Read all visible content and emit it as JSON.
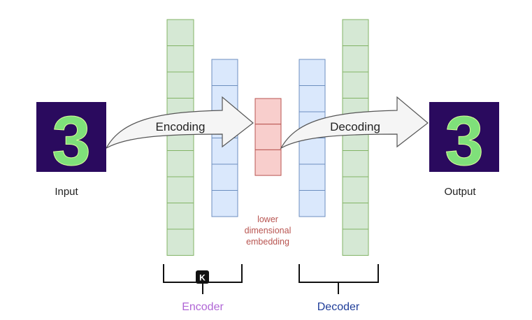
{
  "colors": {
    "encoder_outer_fill": "#d5e8d4",
    "encoder_outer_stroke": "#82b366",
    "encoder_inner_fill": "#dae8fc",
    "encoder_inner_stroke": "#6c8ebf",
    "bottleneck_fill": "#f8cecc",
    "bottleneck_stroke": "#b85450",
    "image_background": "#2a0a5e",
    "digit_stroke": "#7fe07a",
    "arrow_fill": "#f5f5f5",
    "arrow_stroke": "#555555",
    "embedding_label": "#b85450",
    "encoder_label": "#b066d6",
    "decoder_label": "#1f3d99",
    "badge_fill": "#111111",
    "badge_text": "#ffffff"
  },
  "images": {
    "input_digit": "3",
    "output_digit": "3",
    "input_label": "Input",
    "output_label": "Output"
  },
  "arrows": {
    "encoding_label": "Encoding",
    "decoding_label": "Decoding"
  },
  "layers": {
    "encoder_outer_cells": 9,
    "encoder_inner_cells": 6,
    "bottleneck_cells": 3,
    "decoder_inner_cells": 6,
    "decoder_outer_cells": 9
  },
  "embedding": {
    "line1": "lower",
    "line2": "dimensional",
    "line3": "embedding"
  },
  "brackets": {
    "encoder_label": "Encoder",
    "decoder_label": "Decoder",
    "badge_glyph": "K",
    "badge_icon": "logo-badge-icon"
  }
}
